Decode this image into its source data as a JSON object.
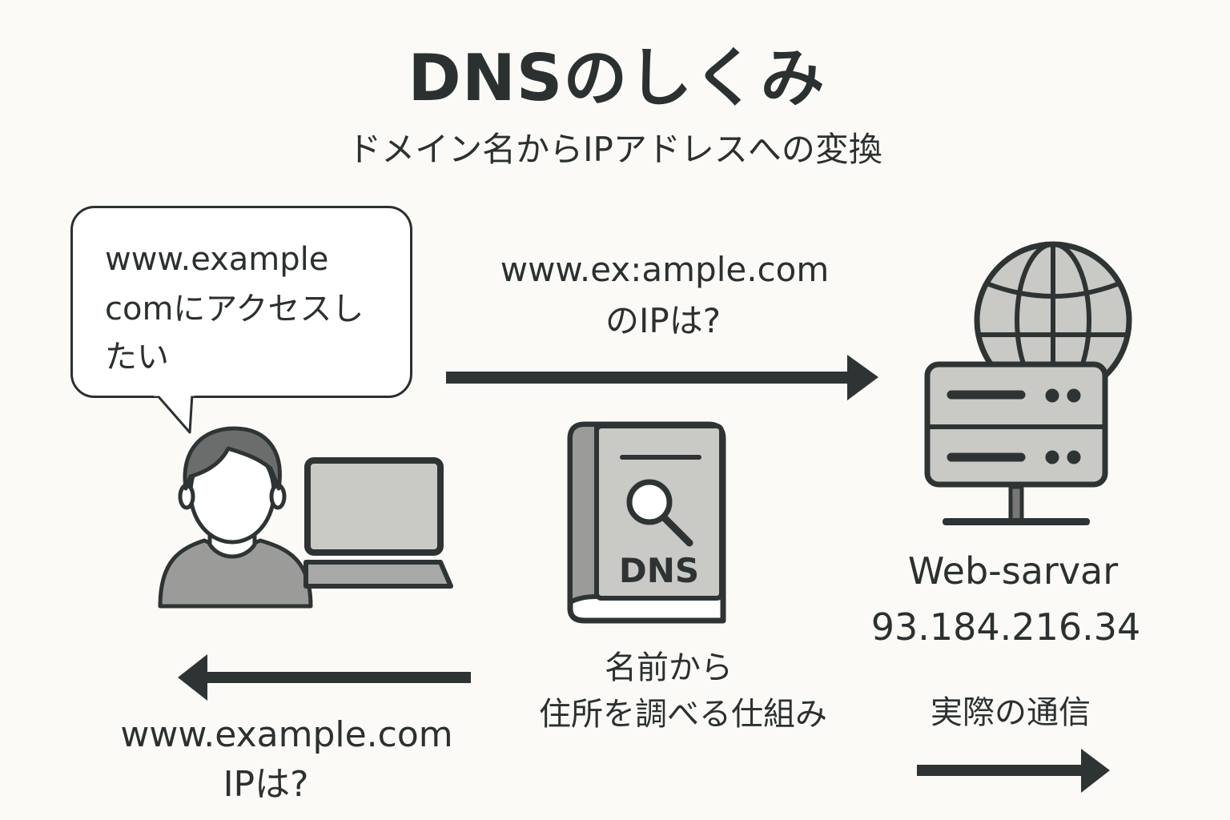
{
  "title": "DNSのしくみ",
  "subtitle": "ドメイン名からIPアドレスへの変換",
  "bubble": {
    "lines": [
      "www.example",
      "comにアクセスし",
      "たい"
    ]
  },
  "query": {
    "lines": [
      "www.ex:ample.com",
      "のIPは?"
    ]
  },
  "dns_book": {
    "label": "DNS",
    "caption": [
      "名前から",
      "住所を調べる仕組み"
    ]
  },
  "server": {
    "name": "Web-sarvar",
    "ip": "93.184.216.34"
  },
  "reply": {
    "lines": [
      "www.example.com",
      "IPは?"
    ]
  },
  "actual": {
    "label": "実際の通信"
  },
  "colors": {
    "background": "#fbfaf6",
    "stroke": "#2e3434",
    "fill_mid": "#9b9b99",
    "fill_light": "#c9c9c6"
  }
}
